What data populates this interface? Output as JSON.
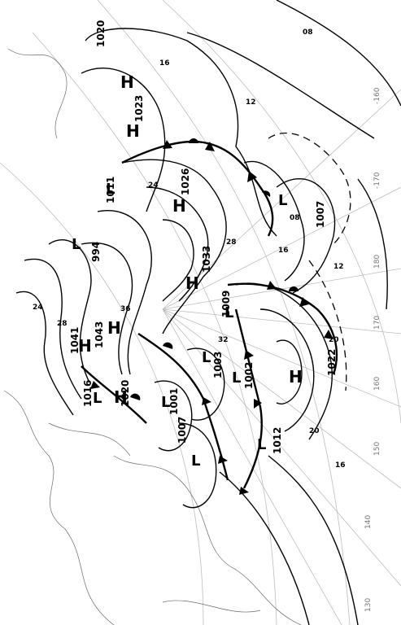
{
  "map": {
    "highs": [
      {
        "label": "H",
        "value": "1020"
      },
      {
        "label": "H",
        "value": "1023"
      },
      {
        "label": "H",
        "value": "1026"
      },
      {
        "label": "H",
        "value": "1033"
      },
      {
        "label": "H",
        "value": "1022"
      },
      {
        "label": "H",
        "value": "1041"
      },
      {
        "label": "H",
        "value": "1043"
      },
      {
        "label": "H",
        "value": "1020"
      }
    ],
    "lows": [
      {
        "label": "L",
        "value": "1011"
      },
      {
        "label": "L",
        "value": "1007"
      },
      {
        "label": "L",
        "value": "1009"
      },
      {
        "label": "L",
        "value": "1003"
      },
      {
        "label": "L",
        "value": "1002"
      },
      {
        "label": "L",
        "value": "1001"
      },
      {
        "label": "L",
        "value": "1007"
      },
      {
        "label": "L",
        "value": "1012"
      },
      {
        "label": "L",
        "value": "1016"
      },
      {
        "label": "L",
        "value": "994"
      }
    ],
    "isobar_labels": [
      "08",
      "12",
      "16",
      "20",
      "24",
      "28",
      "32",
      "36",
      "08",
      "12",
      "16",
      "20",
      "24",
      "28"
    ],
    "longitudes": [
      "-160",
      "-170",
      "180",
      "170",
      "160",
      "150",
      "140",
      "130"
    ]
  }
}
